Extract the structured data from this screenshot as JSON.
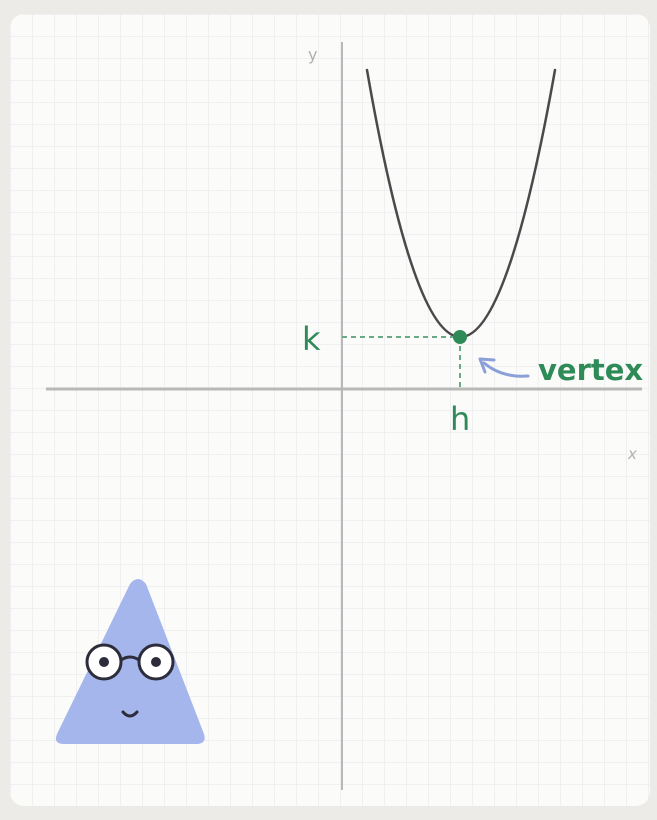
{
  "diagram": {
    "axis_x_label": "x",
    "axis_y_label": "y",
    "vertex_y_label": "k",
    "vertex_x_label": "h",
    "vertex_annotation": "vertex"
  },
  "colors": {
    "background": "#ecebe7",
    "card": "#fbfbfa",
    "grid": "#e4e6ea",
    "axis": "#b8b8b8",
    "curve": "#4a4a4a",
    "vertex": "#2e8b57",
    "guide": "#6aa985",
    "arrow": "#8aa0d6",
    "mascot": "#a4b6ec"
  },
  "icons": {
    "mascot": "triangle-mascot-icon",
    "arrow": "curved-arrow-icon"
  }
}
